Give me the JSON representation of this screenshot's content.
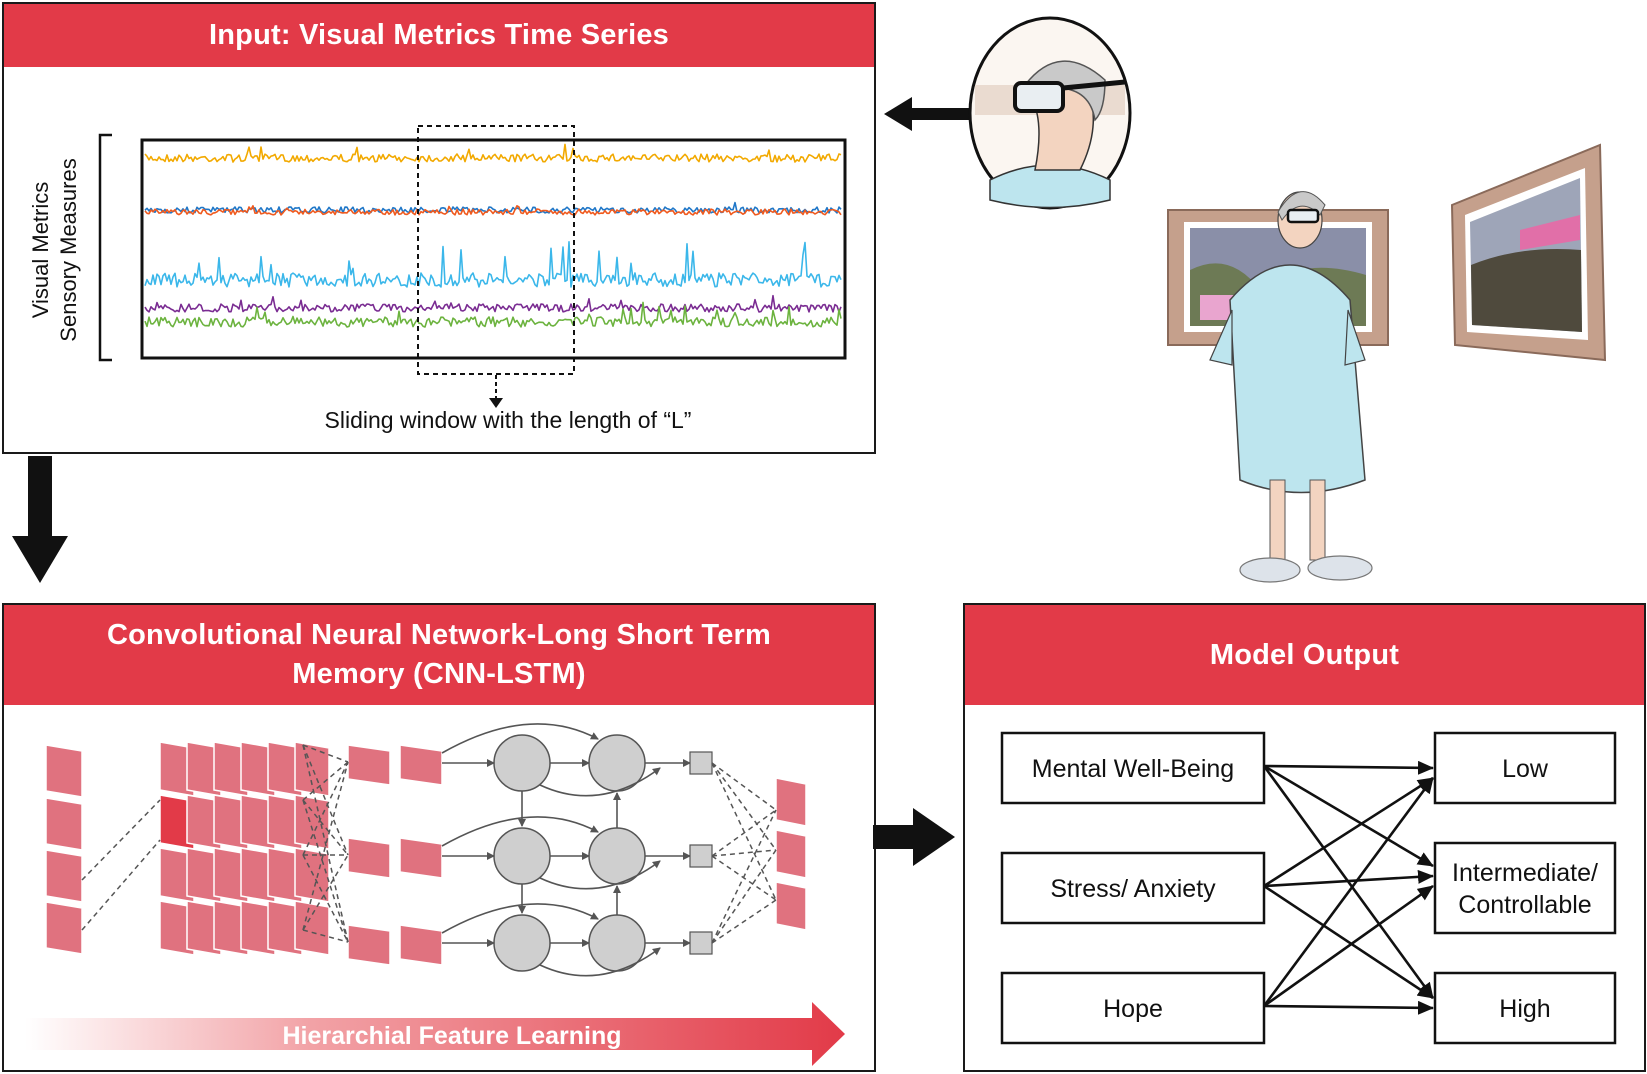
{
  "input_panel": {
    "title": "Input: Visual Metrics Time Series",
    "y_label_line1": "Visual Metrics",
    "y_label_line2": "Sensory Measures",
    "window_caption": "Sliding window with the length of “L”"
  },
  "cnn_panel": {
    "title": "Convolutional Neural Network-Long Short Term Memory (CNN-LSTM)",
    "feature_arrow_label": "Hierarchial Feature Learning"
  },
  "output_panel": {
    "title": "Model Output",
    "inputs": [
      "Mental Well-Being",
      "Stress/ Anxiety",
      "Hope"
    ],
    "levels": [
      "Low",
      "Intermediate/\nControllable",
      "High"
    ]
  },
  "colors": {
    "accent_red": "#e23a48",
    "layer_pink": "#e0727f",
    "node_gray": "#cfcfcf",
    "series_yellow": "#f2a900",
    "series_blue": "#1f77c8",
    "series_orange": "#f05a1e",
    "series_cyan": "#3bb7ea",
    "series_purple": "#7a2c92",
    "series_green": "#6cb33f"
  }
}
